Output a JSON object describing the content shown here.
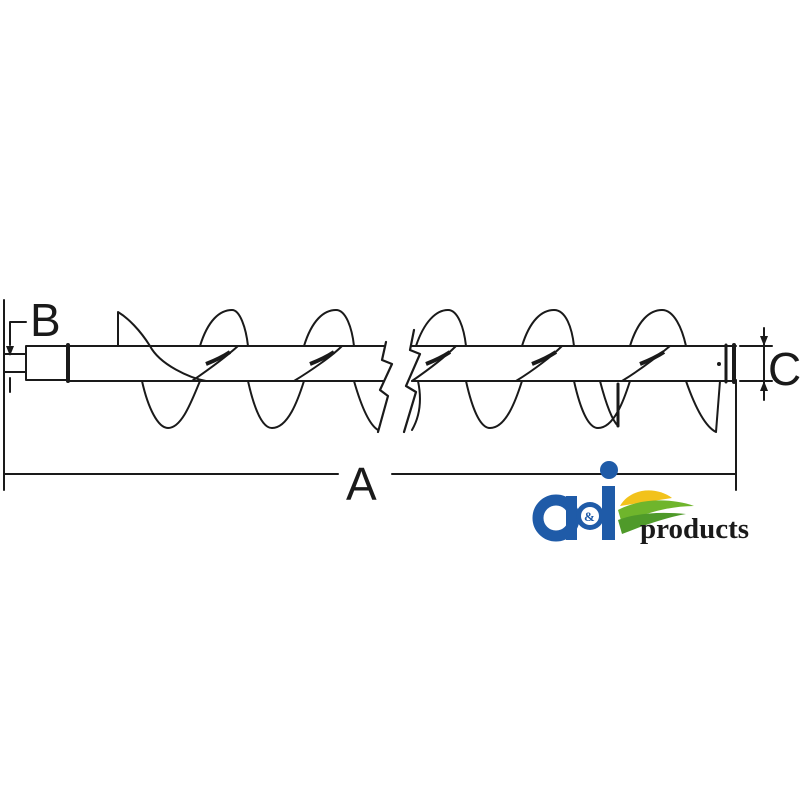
{
  "diagram": {
    "labels": {
      "length": "A",
      "shaft_end": "B",
      "tube_diameter": "C"
    }
  },
  "logo": {
    "text": "a&i products",
    "wordmark": "products",
    "colors": {
      "blue": "#1f5ba8",
      "green": "#6fb52c",
      "yellow": "#f2c21b"
    }
  }
}
